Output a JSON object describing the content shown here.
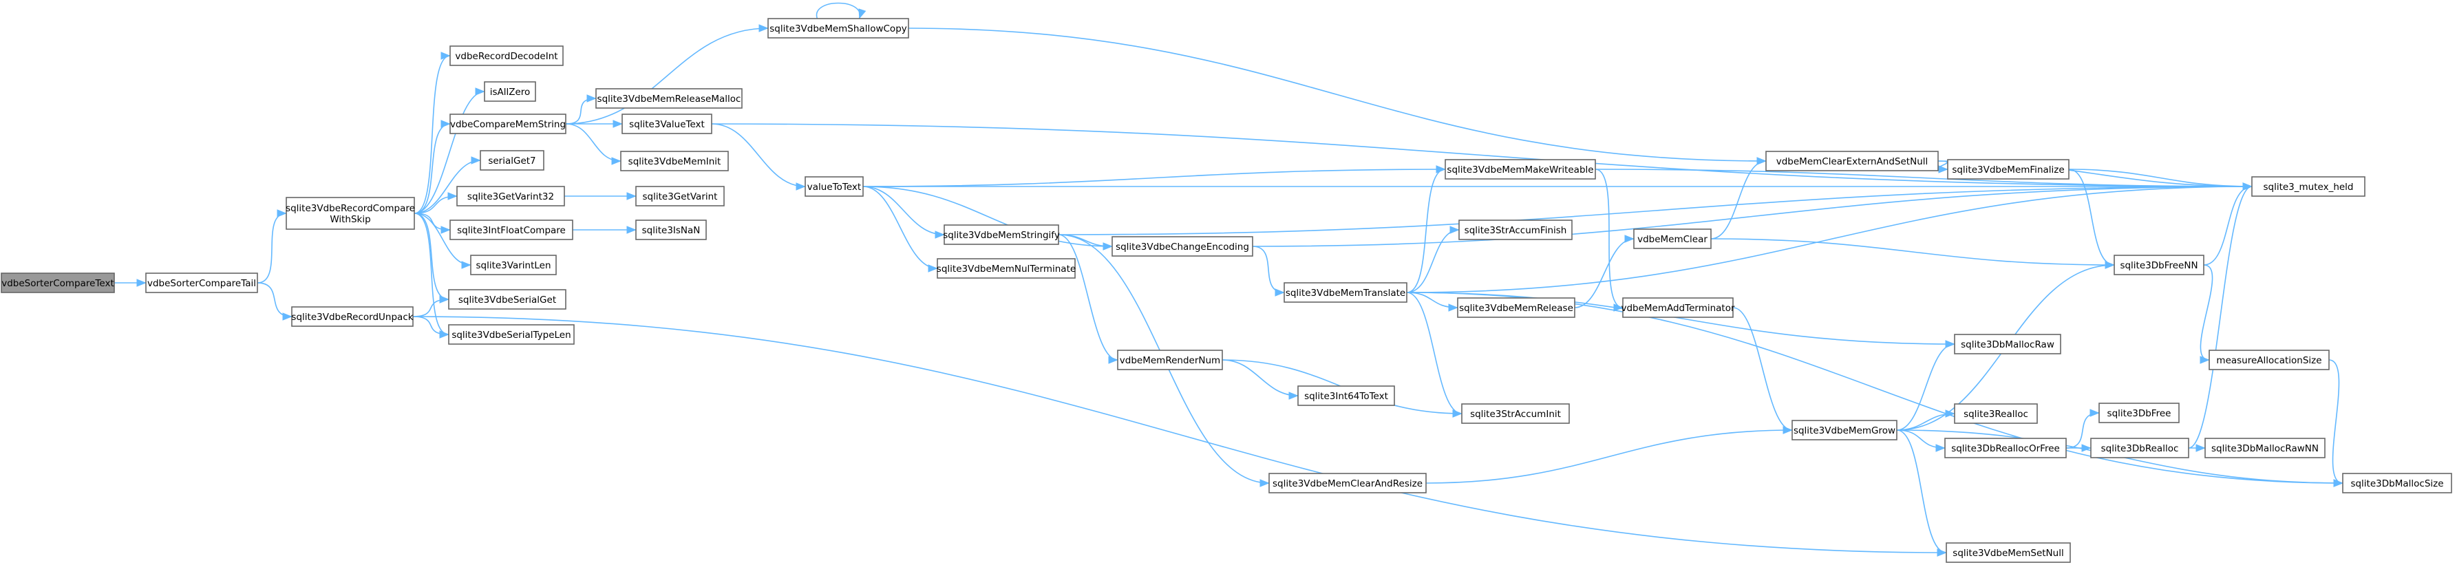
{
  "graph": {
    "nodes": [
      {
        "id": "n_root",
        "lines": [
          "vdbeSorterCompareText"
        ],
        "root": true
      },
      {
        "id": "n_tail",
        "lines": [
          "vdbeSorterCompareTail"
        ]
      },
      {
        "id": "n_rcws",
        "lines": [
          "sqlite3VdbeRecordCompare",
          "WithSkip"
        ]
      },
      {
        "id": "n_unpack",
        "lines": [
          "sqlite3VdbeRecordUnpack"
        ]
      },
      {
        "id": "n_decint",
        "lines": [
          "vdbeRecordDecodeInt"
        ]
      },
      {
        "id": "n_isallzero",
        "lines": [
          "isAllZero"
        ]
      },
      {
        "id": "n_cmpstr",
        "lines": [
          "vdbeCompareMemString"
        ]
      },
      {
        "id": "n_serialget7",
        "lines": [
          "serialGet7"
        ]
      },
      {
        "id": "n_getvarint32",
        "lines": [
          "sqlite3GetVarint32"
        ]
      },
      {
        "id": "n_intfloat",
        "lines": [
          "sqlite3IntFloatCompare"
        ]
      },
      {
        "id": "n_varintlen",
        "lines": [
          "sqlite3VarintLen"
        ]
      },
      {
        "id": "n_serialget",
        "lines": [
          "sqlite3VdbeSerialGet"
        ]
      },
      {
        "id": "n_serialtypelen",
        "lines": [
          "sqlite3VdbeSerialTypeLen"
        ]
      },
      {
        "id": "n_relmalloc",
        "lines": [
          "sqlite3VdbeMemReleaseMalloc"
        ]
      },
      {
        "id": "n_valuetext",
        "lines": [
          "sqlite3ValueText"
        ]
      },
      {
        "id": "n_meminit",
        "lines": [
          "sqlite3VdbeMemInit"
        ]
      },
      {
        "id": "n_getvarint",
        "lines": [
          "sqlite3GetVarint"
        ]
      },
      {
        "id": "n_isnan",
        "lines": [
          "sqlite3IsNaN"
        ]
      },
      {
        "id": "n_shallow",
        "lines": [
          "sqlite3VdbeMemShallowCopy"
        ]
      },
      {
        "id": "n_valuetotext",
        "lines": [
          "valueToText"
        ]
      },
      {
        "id": "n_stringify",
        "lines": [
          "sqlite3VdbeMemStringify"
        ]
      },
      {
        "id": "n_nulterm",
        "lines": [
          "sqlite3VdbeMemNulTerminate"
        ]
      },
      {
        "id": "n_changeenc",
        "lines": [
          "sqlite3VdbeChangeEncoding"
        ]
      },
      {
        "id": "n_rendernum",
        "lines": [
          "vdbeMemRenderNum"
        ]
      },
      {
        "id": "n_clearresize",
        "lines": [
          "sqlite3VdbeMemClearAndResize"
        ]
      },
      {
        "id": "n_int64totext",
        "lines": [
          "sqlite3Int64ToText"
        ]
      },
      {
        "id": "n_makewriteable",
        "lines": [
          "sqlite3VdbeMemMakeWriteable"
        ]
      },
      {
        "id": "n_translate",
        "lines": [
          "sqlite3VdbeMemTranslate"
        ]
      },
      {
        "id": "n_straccumfinish",
        "lines": [
          "sqlite3StrAccumFinish"
        ]
      },
      {
        "id": "n_memrelease",
        "lines": [
          "sqlite3VdbeMemRelease"
        ]
      },
      {
        "id": "n_straccuminit",
        "lines": [
          "sqlite3StrAccumInit"
        ]
      },
      {
        "id": "n_addterm",
        "lines": [
          "vdbeMemAddTerminator"
        ]
      },
      {
        "id": "n_memclear",
        "lines": [
          "vdbeMemClear"
        ]
      },
      {
        "id": "n_memgrow",
        "lines": [
          "sqlite3VdbeMemGrow"
        ]
      },
      {
        "id": "n_clearextern",
        "lines": [
          "vdbeMemClearExternAndSetNull"
        ]
      },
      {
        "id": "n_finalize",
        "lines": [
          "sqlite3VdbeMemFinalize"
        ]
      },
      {
        "id": "n_mallocraw",
        "lines": [
          "sqlite3DbMallocRaw"
        ]
      },
      {
        "id": "n_realloc",
        "lines": [
          "sqlite3Realloc"
        ]
      },
      {
        "id": "n_reallocorfree",
        "lines": [
          "sqlite3DbReallocOrFree"
        ]
      },
      {
        "id": "n_dbfree",
        "lines": [
          "sqlite3DbFree"
        ]
      },
      {
        "id": "n_dbrealloc",
        "lines": [
          "sqlite3DbRealloc"
        ]
      },
      {
        "id": "n_setnull",
        "lines": [
          "sqlite3VdbeMemSetNull"
        ]
      },
      {
        "id": "n_freenn",
        "lines": [
          "sqlite3DbFreeNN"
        ]
      },
      {
        "id": "n_mutexheld",
        "lines": [
          "sqlite3_mutex_held"
        ]
      },
      {
        "id": "n_measure",
        "lines": [
          "measureAllocationSize"
        ]
      },
      {
        "id": "n_mallocrawnn",
        "lines": [
          "sqlite3DbMallocRawNN"
        ]
      },
      {
        "id": "n_mallocsize",
        "lines": [
          "sqlite3DbMallocSize"
        ]
      }
    ],
    "edges": [
      [
        "n_root",
        "n_tail"
      ],
      [
        "n_tail",
        "n_rcws"
      ],
      [
        "n_tail",
        "n_unpack"
      ],
      [
        "n_rcws",
        "n_decint"
      ],
      [
        "n_rcws",
        "n_isallzero"
      ],
      [
        "n_rcws",
        "n_cmpstr"
      ],
      [
        "n_rcws",
        "n_serialget7"
      ],
      [
        "n_rcws",
        "n_getvarint32"
      ],
      [
        "n_rcws",
        "n_intfloat"
      ],
      [
        "n_rcws",
        "n_varintlen"
      ],
      [
        "n_rcws",
        "n_serialget"
      ],
      [
        "n_rcws",
        "n_serialtypelen"
      ],
      [
        "n_unpack",
        "n_serialget"
      ],
      [
        "n_unpack",
        "n_serialtypelen"
      ],
      [
        "n_unpack",
        "n_setnull"
      ],
      [
        "n_cmpstr",
        "n_relmalloc"
      ],
      [
        "n_cmpstr",
        "n_shallow"
      ],
      [
        "n_cmpstr",
        "n_valuetext"
      ],
      [
        "n_cmpstr",
        "n_meminit"
      ],
      [
        "n_getvarint32",
        "n_getvarint"
      ],
      [
        "n_intfloat",
        "n_isnan"
      ],
      [
        "n_shallow",
        "n_shallow"
      ],
      [
        "n_shallow",
        "n_clearextern"
      ],
      [
        "n_valuetext",
        "n_valuetotext"
      ],
      [
        "n_valuetext",
        "n_mutexheld"
      ],
      [
        "n_valuetotext",
        "n_stringify"
      ],
      [
        "n_valuetotext",
        "n_nulterm"
      ],
      [
        "n_valuetotext",
        "n_changeenc"
      ],
      [
        "n_valuetotext",
        "n_makewriteable"
      ],
      [
        "n_valuetotext",
        "n_mutexheld"
      ],
      [
        "n_stringify",
        "n_changeenc"
      ],
      [
        "n_stringify",
        "n_rendernum"
      ],
      [
        "n_stringify",
        "n_clearresize"
      ],
      [
        "n_stringify",
        "n_mutexheld"
      ],
      [
        "n_rendernum",
        "n_int64totext"
      ],
      [
        "n_rendernum",
        "n_straccuminit"
      ],
      [
        "n_changeenc",
        "n_translate"
      ],
      [
        "n_changeenc",
        "n_mutexheld"
      ],
      [
        "n_clearresize",
        "n_memgrow"
      ],
      [
        "n_translate",
        "n_makewriteable"
      ],
      [
        "n_translate",
        "n_straccumfinish"
      ],
      [
        "n_translate",
        "n_memrelease"
      ],
      [
        "n_translate",
        "n_straccuminit"
      ],
      [
        "n_translate",
        "n_mallocraw"
      ],
      [
        "n_translate",
        "n_mutexheld"
      ],
      [
        "n_translate",
        "n_mallocsize"
      ],
      [
        "n_makewriteable",
        "n_addterm"
      ],
      [
        "n_makewriteable",
        "n_mutexheld"
      ],
      [
        "n_memrelease",
        "n_memclear"
      ],
      [
        "n_memclear",
        "n_clearextern"
      ],
      [
        "n_memclear",
        "n_freenn"
      ],
      [
        "n_addterm",
        "n_memgrow"
      ],
      [
        "n_clearextern",
        "n_finalize"
      ],
      [
        "n_clearextern",
        "n_mutexheld"
      ],
      [
        "n_finalize",
        "n_freenn"
      ],
      [
        "n_finalize",
        "n_mutexheld"
      ],
      [
        "n_memgrow",
        "n_mallocraw"
      ],
      [
        "n_memgrow",
        "n_realloc"
      ],
      [
        "n_memgrow",
        "n_reallocorfree"
      ],
      [
        "n_memgrow",
        "n_freenn"
      ],
      [
        "n_memgrow",
        "n_setnull"
      ],
      [
        "n_memgrow",
        "n_mallocsize"
      ],
      [
        "n_reallocorfree",
        "n_dbfree"
      ],
      [
        "n_reallocorfree",
        "n_dbrealloc"
      ],
      [
        "n_dbrealloc",
        "n_mallocrawnn"
      ],
      [
        "n_dbrealloc",
        "n_mutexheld"
      ],
      [
        "n_freenn",
        "n_mutexheld"
      ],
      [
        "n_freenn",
        "n_measure"
      ],
      [
        "n_measure",
        "n_mallocsize"
      ]
    ]
  },
  "colors": {
    "edge": "#63b8ff",
    "node_border": "#666666",
    "root_fill": "#999999",
    "node_fill": "#ffffff"
  }
}
